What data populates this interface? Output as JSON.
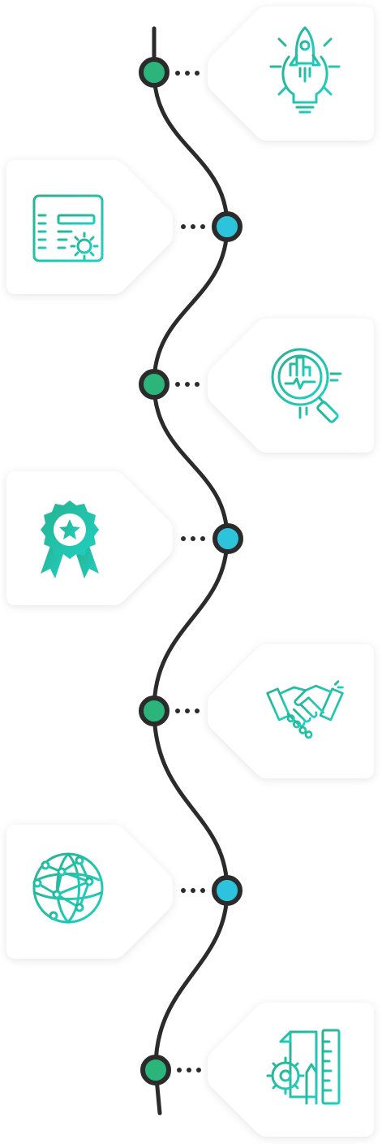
{
  "timeline": {
    "steps": [
      {
        "side": "right",
        "node_color": "#2bb57b",
        "icon": "rocket-lightbulb-icon"
      },
      {
        "side": "left",
        "node_color": "#2ec3dc",
        "icon": "web-settings-icon"
      },
      {
        "side": "right",
        "node_color": "#2bb57b",
        "icon": "analytics-magnifier-icon"
      },
      {
        "side": "left",
        "node_color": "#2ec3dc",
        "icon": "award-ribbon-icon"
      },
      {
        "side": "right",
        "node_color": "#2bb57b",
        "icon": "handshake-icon"
      },
      {
        "side": "left",
        "node_color": "#2ec3dc",
        "icon": "network-globe-icon"
      },
      {
        "side": "right",
        "node_color": "#2bb57b",
        "icon": "design-tools-icon"
      }
    ]
  },
  "colors": {
    "line": "#2b2b2b",
    "icon_gradient_start": "#2bb6a0",
    "icon_gradient_end": "#22c8b7",
    "card_bg": "#ffffff"
  }
}
